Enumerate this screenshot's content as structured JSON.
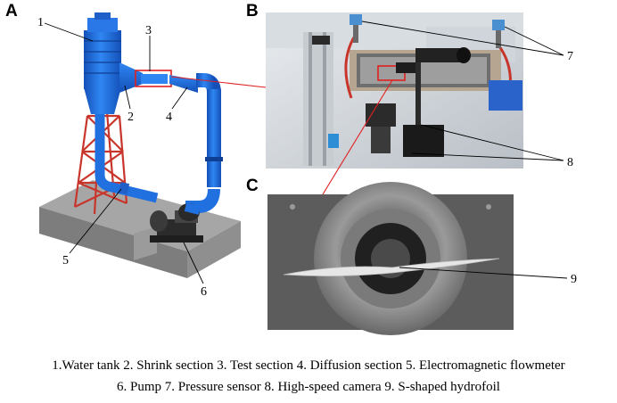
{
  "panels": {
    "a": "A",
    "b": "B",
    "c": "C"
  },
  "callouts": [
    "1",
    "2",
    "3",
    "4",
    "5",
    "6",
    "7",
    "8",
    "9"
  ],
  "caption": {
    "line1": "1.Water tank 2. Shrink section 3. Test section 4. Diffusion section 5. Electromagnetic flowmeter",
    "line2": "6. Pump 7. Pressure sensor 8. High-speed camera 9. S-shaped hydrofoil"
  },
  "colors": {
    "pipe_blue": "#1f6fe0",
    "frame_red": "#c8352b",
    "highlight_red": "#e02020",
    "base_gray": "#8e8e8e"
  }
}
